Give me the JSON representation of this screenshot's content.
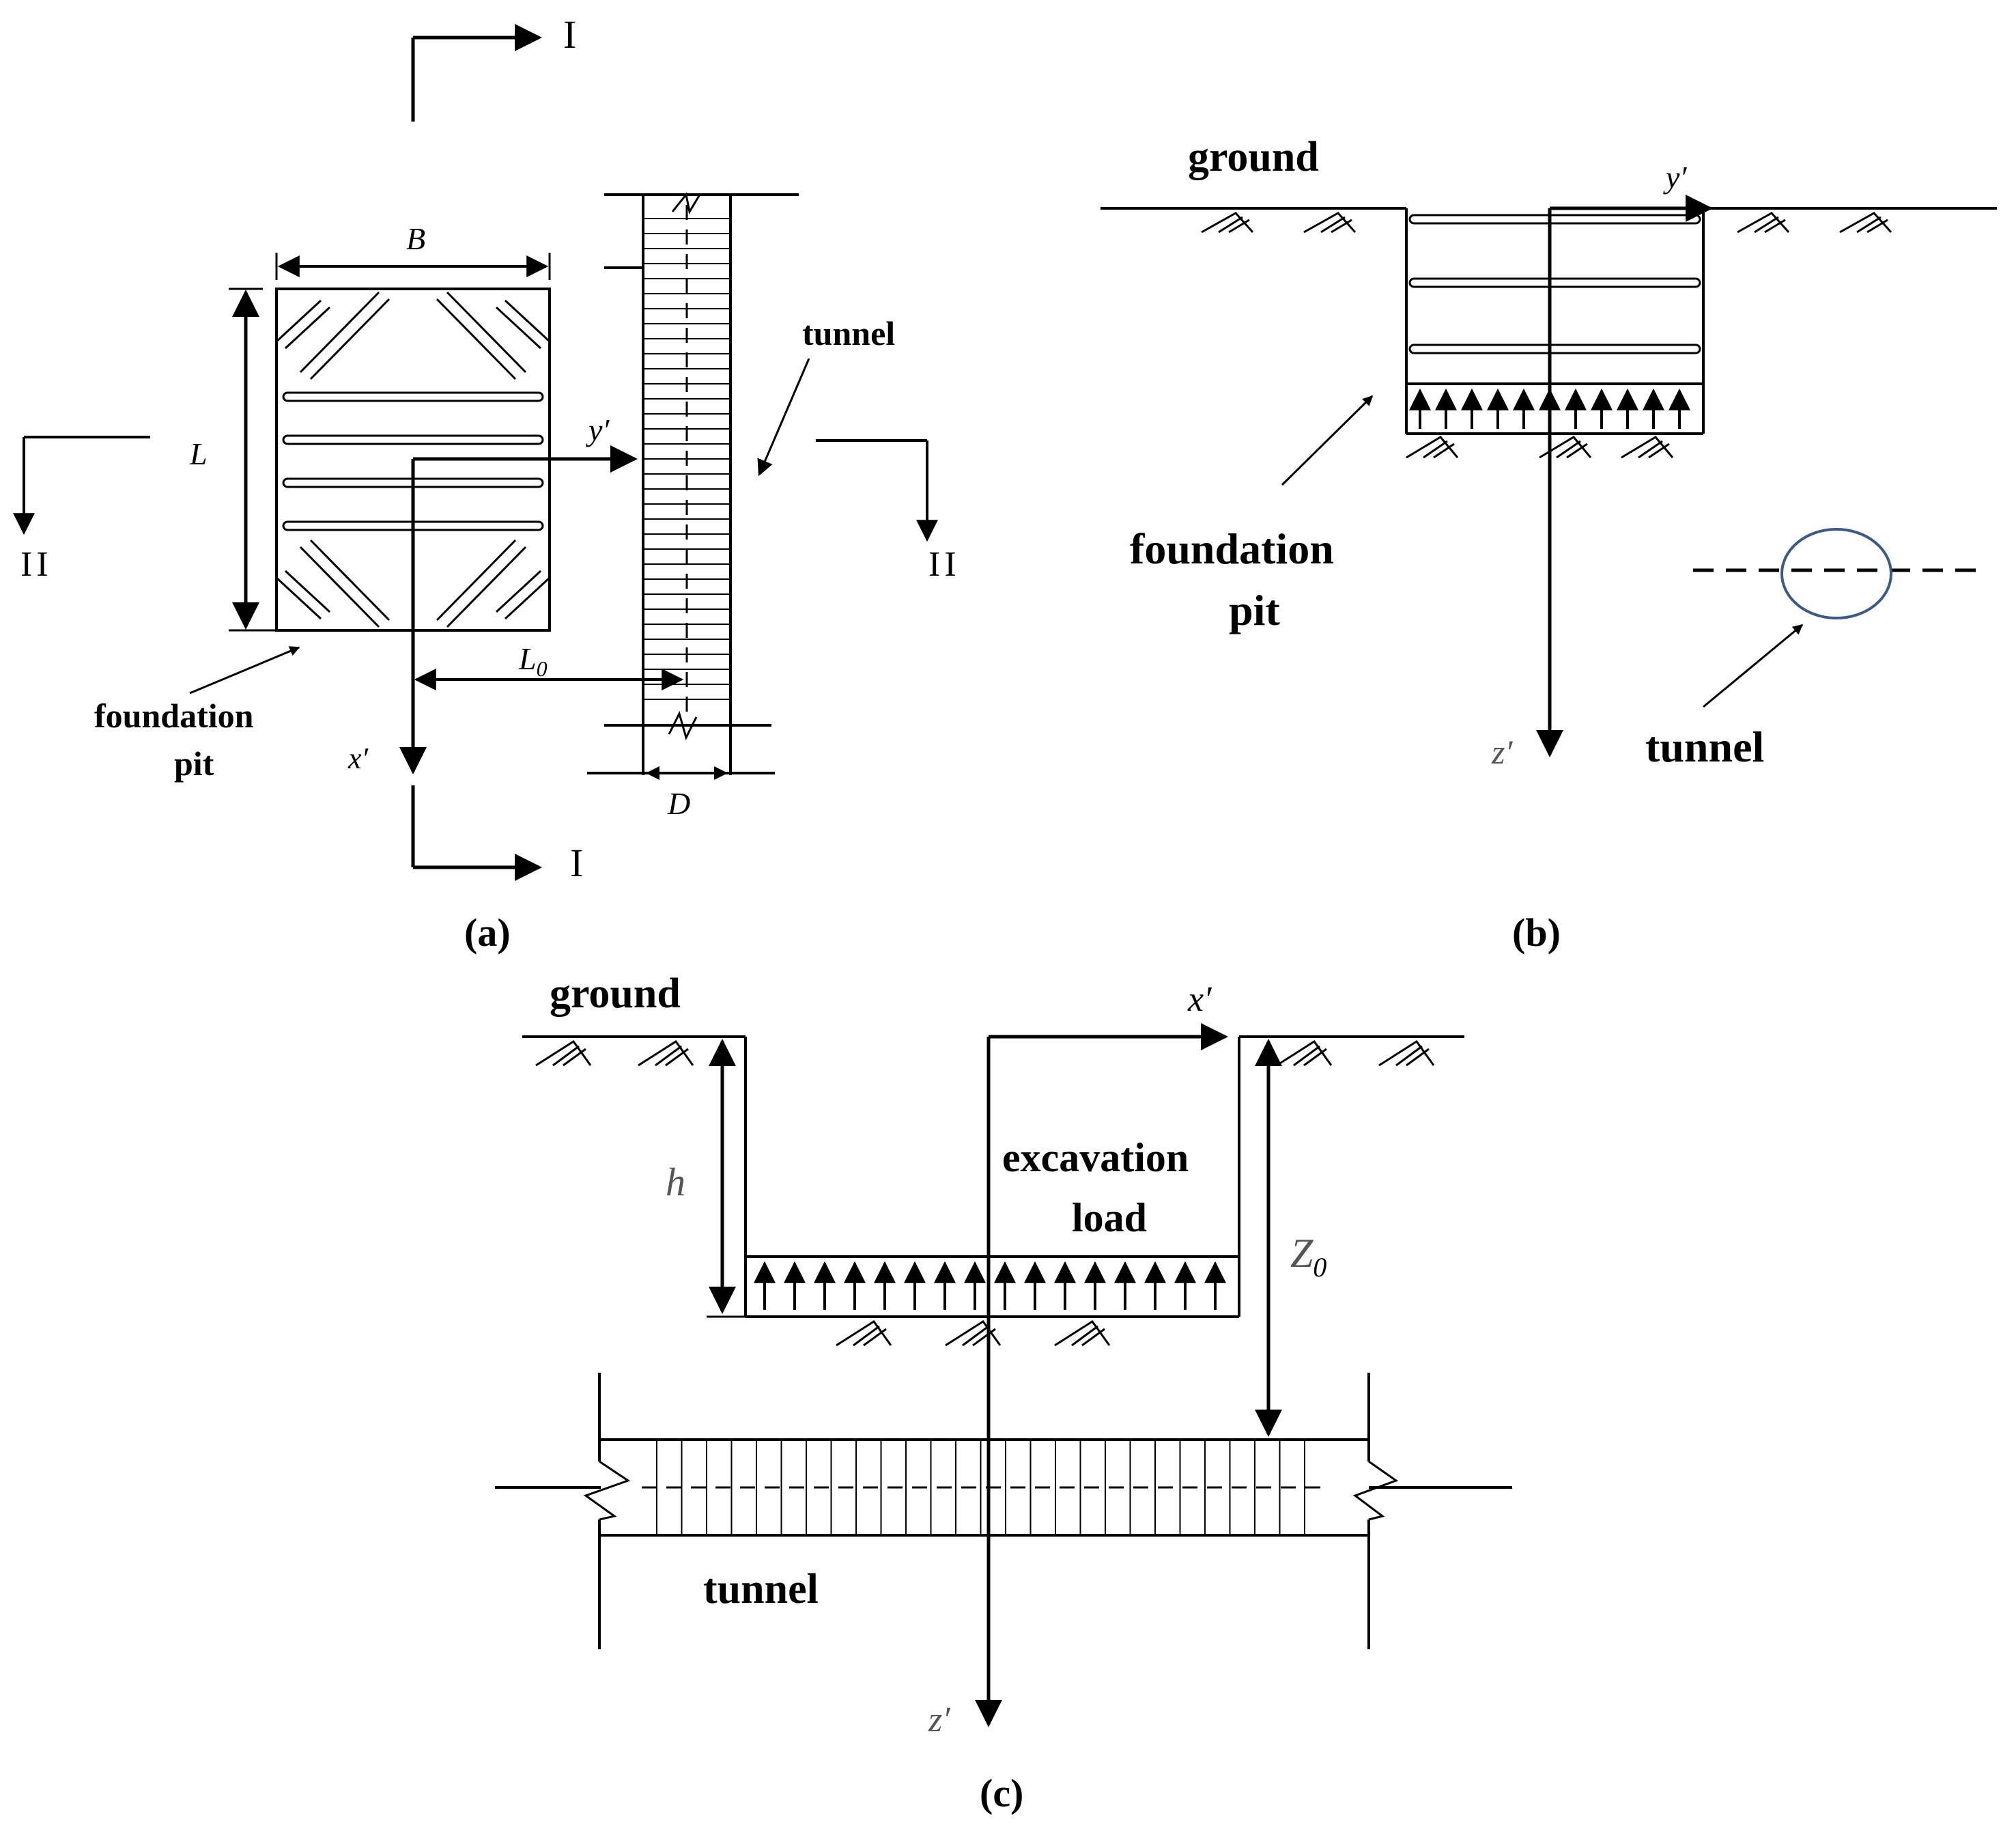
{
  "panel_a": {
    "caption": "(a)",
    "dim_width": "B",
    "dim_length": "L",
    "dim_offset": "L",
    "dim_offset_sub": "0",
    "dim_tunnel_diameter": "D",
    "axis_y": "y′",
    "axis_x": "x′",
    "section_I": "I",
    "section_II": "II",
    "label_tunnel": "tunnel",
    "label_pit_1": "foundation",
    "label_pit_2": "pit"
  },
  "panel_b": {
    "caption": "(b)",
    "label_ground": "ground",
    "axis_y": "y′",
    "axis_z": "z′",
    "label_pit_1": "foundation",
    "label_pit_2": "pit",
    "label_tunnel": "tunnel"
  },
  "panel_c": {
    "caption": "(c)",
    "label_ground": "ground",
    "axis_x": "x′",
    "axis_z": "z′",
    "dim_depth": "h",
    "dim_tunnel_depth": "Z",
    "dim_tunnel_depth_sub": "0",
    "label_load_1": "excavation",
    "label_load_2": "load",
    "label_tunnel": "tunnel"
  },
  "colors": {
    "line": "#000000",
    "tunnel_circle": "#3b5a86"
  }
}
